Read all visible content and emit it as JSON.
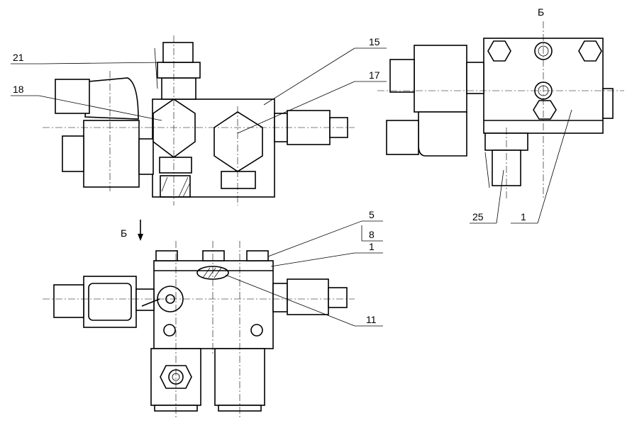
{
  "views": {
    "section_letter_top": "Б",
    "section_letter_arrow": "Б"
  },
  "callouts": [
    {
      "id": "c21",
      "text": "21"
    },
    {
      "id": "c18",
      "text": "18"
    },
    {
      "id": "c15",
      "text": "15"
    },
    {
      "id": "c17",
      "text": "17"
    },
    {
      "id": "c25",
      "text": "25"
    },
    {
      "id": "c1a",
      "text": "1"
    },
    {
      "id": "c5",
      "text": "5"
    },
    {
      "id": "c8",
      "text": "8"
    },
    {
      "id": "c1b",
      "text": "1"
    },
    {
      "id": "c11",
      "text": "11"
    }
  ],
  "colors": {
    "line": "#000000",
    "background": "#ffffff"
  }
}
